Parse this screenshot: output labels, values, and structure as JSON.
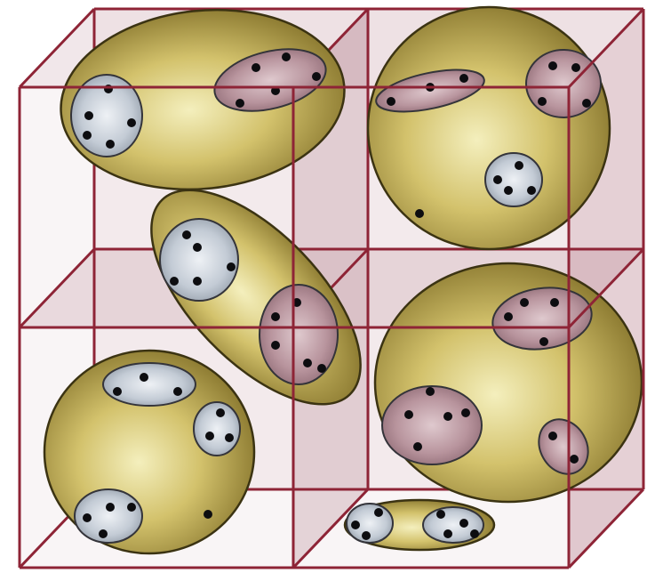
{
  "colors": {
    "background": "#ffffff",
    "face_fill": "#d9c3c9",
    "face_fill_dark": "#b88d98",
    "edge": "#8e2436",
    "ellipsoid_light": "#f2ecb1",
    "ellipsoid_mid": "#c5b35a",
    "ellipsoid_dark": "#7c6a22",
    "ellipsoid_stroke": "#3b3312",
    "cluster_light": "#e4e9ef",
    "cluster_mid": "#b7c1cc",
    "cluster_pink_light": "#d8c0c6",
    "cluster_pink_mid": "#b08c96",
    "cluster_stroke": "#34343a",
    "point": "#0d0d10"
  },
  "diagram": {
    "description_visible_text": "",
    "large_ellipsoid_count": 5,
    "small_pair_ellipsoid_count": 1,
    "cube_grid": "2x2x2"
  }
}
